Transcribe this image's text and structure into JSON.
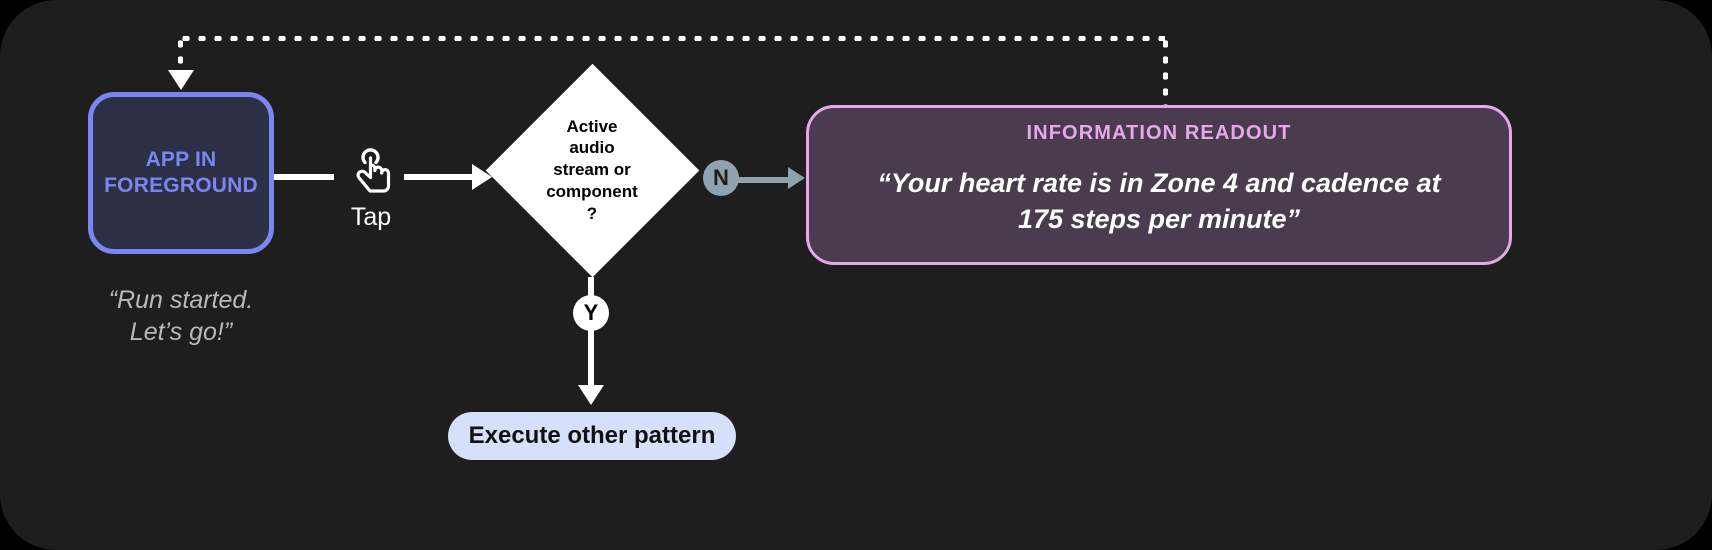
{
  "canvas": {
    "background": "#1e1e1e",
    "page_background": "#000000"
  },
  "app_node": {
    "label": "APP IN\nFOREGROUND",
    "border_color": "#7b86f0",
    "fill_color": "#2b3047",
    "caption": "“Run started.\nLet’s go!”"
  },
  "gesture": {
    "icon": "tap-icon",
    "label": "Tap"
  },
  "decision": {
    "text": "Active\naudio\nstream or\ncomponent\n?",
    "branch_no_label": "N",
    "branch_yes_label": "Y",
    "no_branch_color": "#8fa3af",
    "yes_branch_color": "#ffffff"
  },
  "readout": {
    "title": "INFORMATION READOUT",
    "quote": "“Your heart rate is in Zone 4 and cadence at\n175 steps per minute”",
    "border_color": "#e6a8ea",
    "fill_color": "#4a3c4e",
    "title_color": "#e6a8ea"
  },
  "execute_pill": {
    "label": "Execute other pattern",
    "fill_color": "#d6e0fa",
    "text_color": "#111111"
  },
  "feedback_loop": {
    "style": "dotted",
    "color": "#ffffff"
  }
}
